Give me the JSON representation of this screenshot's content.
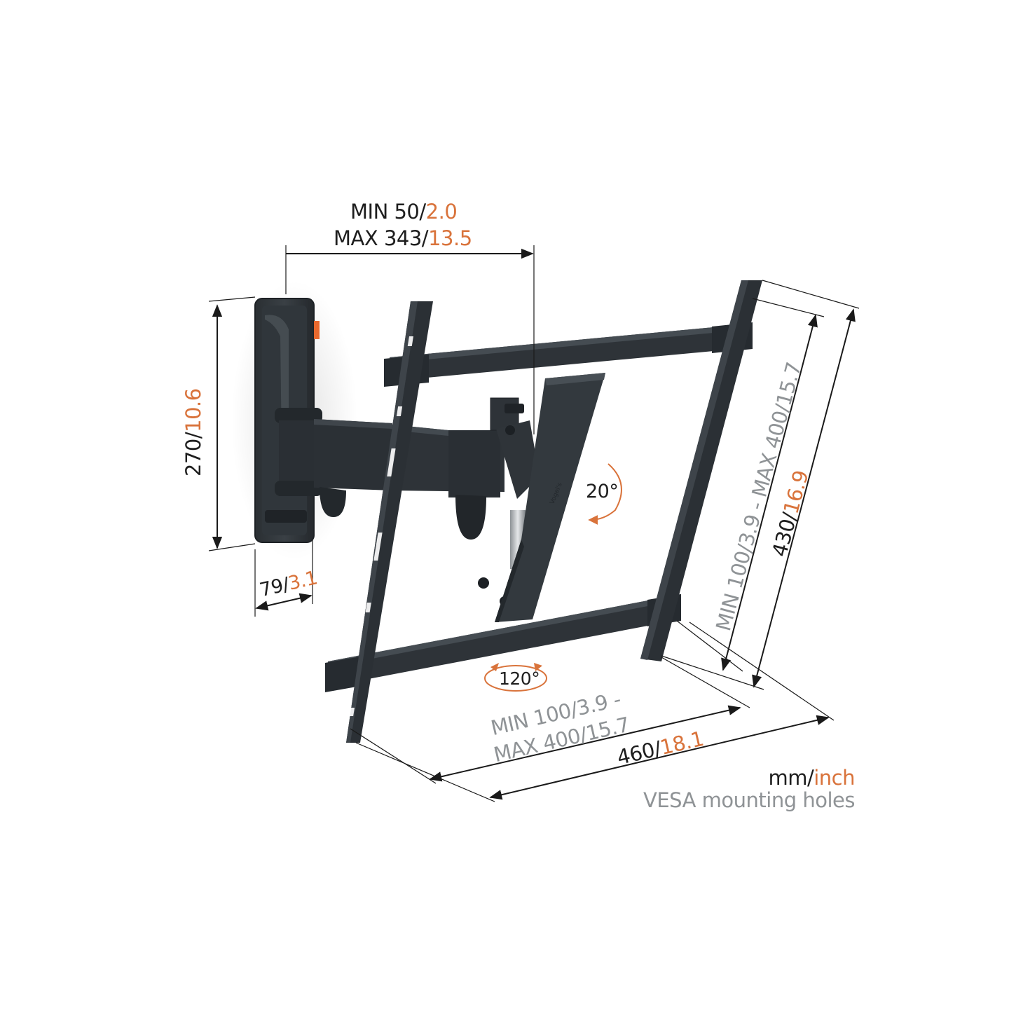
{
  "diagram": {
    "subject": "Full-motion TV wall mount bracket",
    "colors": {
      "bracket": "#2e3338",
      "bracket_light": "#40464c",
      "bracket_dark": "#1c2024",
      "accent_orange": "#d9733b",
      "dimension_line": "#1a1a1a",
      "secondary_text": "#8f9396",
      "chrome": "#c7cbce",
      "background": "#ffffff"
    },
    "dimensions": {
      "wall_distance": {
        "min_label": "MIN 50/",
        "min_inch": "2.0",
        "max_label": "MAX 343/",
        "max_inch": "13.5"
      },
      "wall_plate_height": {
        "mm": "270/",
        "inch": "10.6"
      },
      "wall_plate_depth": {
        "mm": "79/",
        "inch": "3.1"
      },
      "vesa_vertical": {
        "text": "MIN 100/3.9 - MAX 400/15.7"
      },
      "overall_height": {
        "mm": "430/",
        "inch": "16.9"
      },
      "vesa_horizontal": {
        "line1": "MIN 100/3.9 -",
        "line2": "MAX 400/15.7"
      },
      "overall_width": {
        "mm": "460/",
        "inch": "18.1"
      }
    },
    "rotations": {
      "tilt": "20°",
      "swivel": "120°"
    },
    "legend": {
      "unit_mm": "mm/",
      "unit_inch": "inch",
      "vesa_note": "VESA mounting holes"
    }
  }
}
